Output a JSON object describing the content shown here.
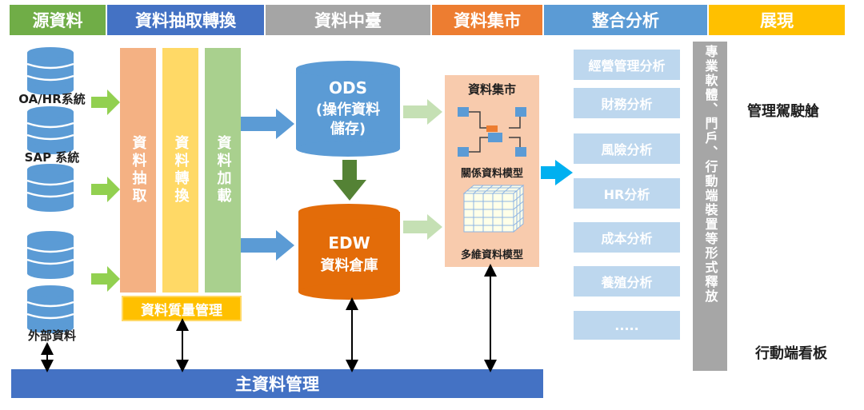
{
  "header": {
    "source": "源資料",
    "etl": "資料抽取轉換",
    "middle": "資料中臺",
    "mart": "資料集市",
    "analysis": "整合分析",
    "present": "展現"
  },
  "sources": {
    "oa_hr": "OA/HR系統",
    "sap": "SAP 系統",
    "external": "外部資料"
  },
  "etl_columns": {
    "extract": "資料抽取",
    "transform": "資料轉換",
    "load": "資料加載"
  },
  "quality": "資料質量管理",
  "ods": {
    "title": "ODS",
    "subtitle": "(操作資料儲存)"
  },
  "edw": {
    "title": "EDW",
    "subtitle": "資料倉庫"
  },
  "datamart": {
    "title": "資料集市",
    "relational_model": "關係資料模型",
    "multidim_model": "多維資料模型"
  },
  "analysis_items": [
    "經營管理分析",
    "財務分析",
    "風險分析",
    "HR分析",
    "成本分析",
    "養殖分析",
    "....."
  ],
  "vertical_bar": "專業軟體、門戶、行動端裝置等形式釋放",
  "present_items": {
    "cockpit": "管理駕駛艙",
    "mobile": "行動端看板"
  },
  "master": "主資料管理",
  "colors": {
    "green": "#70ad47",
    "blue_dark": "#4472c4",
    "gray": "#a5a5a5",
    "orange": "#ed7d31",
    "blue_mid": "#5b9bd5",
    "gold": "#ffc000",
    "light_blue": "#bdd7ee",
    "peach": "#f4b183",
    "yellow": "#ffd966",
    "sage": "#a9d08e"
  }
}
